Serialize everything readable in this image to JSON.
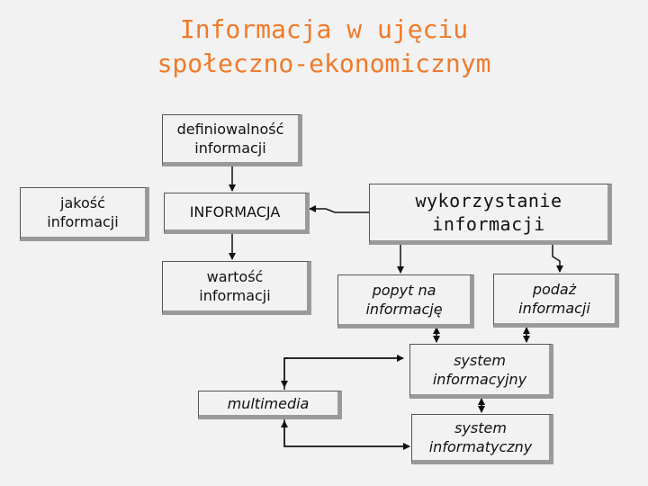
{
  "title": {
    "line1": "Informacja w ujęciu",
    "line2": "społeczno-ekonomicznym"
  },
  "boxes": {
    "definiowalnosc": "definiowalność\ninformacji",
    "jakosc": "jakość\ninformacji",
    "informacja": "INFORMACJA",
    "wartosc": "wartość\ninformacji",
    "wykorzystanie": "wykorzystanie\ninformacji",
    "popyt": "popyt na\ninformację",
    "podaz": "podaż\ninformacji",
    "system_informacyjny": "system\ninformacyjny",
    "multimedia": "multimedia",
    "system_informatyczny": "system\ninformatyczny"
  },
  "colors": {
    "title": "#f07a2a",
    "background": "#f2f2f2",
    "shadow": "#9a9a9a"
  }
}
